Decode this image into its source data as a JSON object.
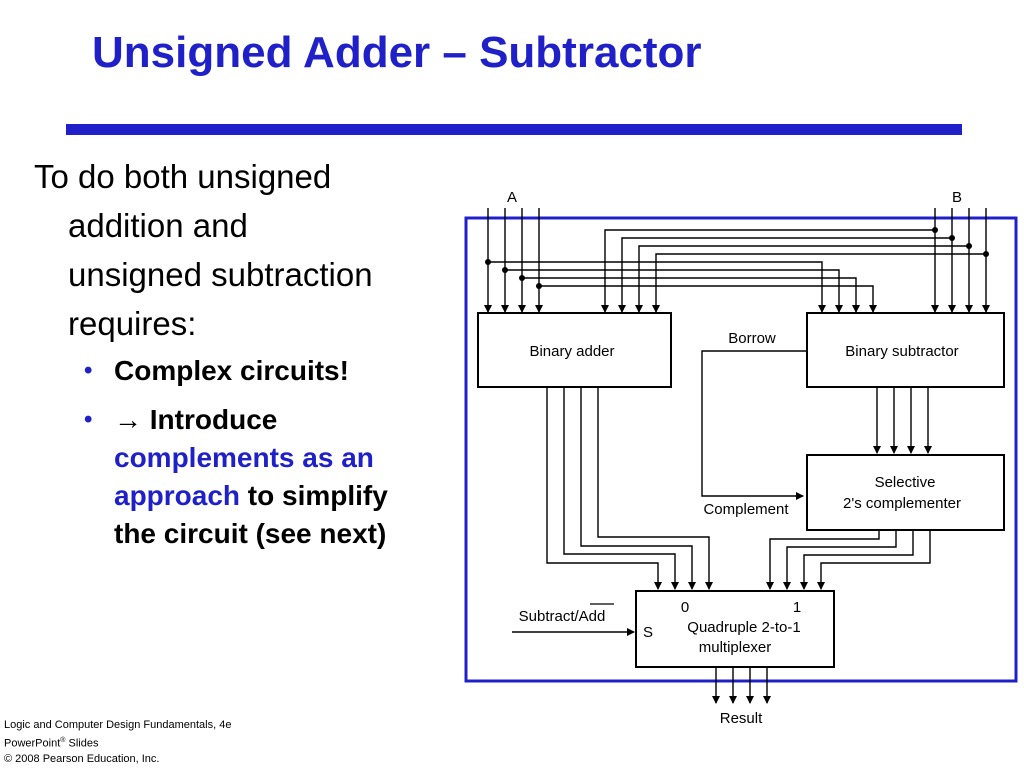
{
  "slide": {
    "title": "Unsigned Adder – Subtractor",
    "body_lines": [
      "To do both unsigned",
      "addition and",
      "unsigned subtraction",
      "requires:"
    ],
    "bullets": [
      {
        "text": "Complex circuits!"
      },
      {
        "arrow": "→",
        "line1": "Introduce",
        "highlight": "complements as an approach",
        "highlight_l1": "complements as an",
        "highlight_l2": "approach",
        "tail_l2": " to simplify",
        "tail_l3": "the circuit (see next)"
      }
    ],
    "bullet_symbol": "•"
  },
  "diagram": {
    "label_a": "A",
    "label_b": "B",
    "binary_adder": "Binary adder",
    "binary_subtractor": "Binary subtractor",
    "borrow": "Borrow",
    "complement": "Complement",
    "selective_l1": "Selective",
    "selective_l2": "2's complementer",
    "subtract_add": "Subtract/Add",
    "mux_input0": "0",
    "mux_input1": "1",
    "mux_select": "S",
    "mux_l1": "Quadruple 2-to-1",
    "mux_l2": "multiplexer",
    "result": "Result"
  },
  "footer": {
    "line1": "Logic and Computer Design Fundamentals, 4e",
    "line2_pre": "PowerPoint",
    "line2_sup": "®",
    "line2_post": " Slides",
    "line3": "© 2008 Pearson Education, Inc."
  },
  "colors": {
    "title": "#2020c8",
    "frame": "#2020c8",
    "text": "#000000"
  }
}
